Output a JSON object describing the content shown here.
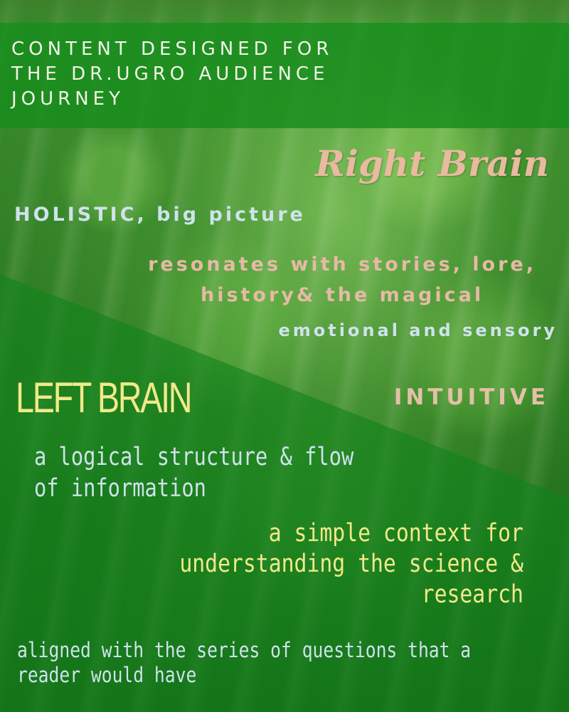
{
  "header": {
    "title": "CONTENT DESIGNED FOR\nTHE DR.UGRO AUDIENCE\nJOURNEY"
  },
  "right_brain": {
    "title": "Right Brain",
    "traits": {
      "holistic": "HOLISTIC, big picture",
      "resonates": "resonates with stories, lore,\nhistory& the magical",
      "emotional": "emotional and sensory",
      "intuitive": "INTUITIVE"
    }
  },
  "left_brain": {
    "title": "LEFT BRAIN",
    "traits": {
      "logical": "a logical structure & flow\n of information",
      "context": "a simple context for\nunderstanding the science &\nresearch",
      "aligned": "aligned with the series of questions that a\nreader would have"
    }
  }
}
